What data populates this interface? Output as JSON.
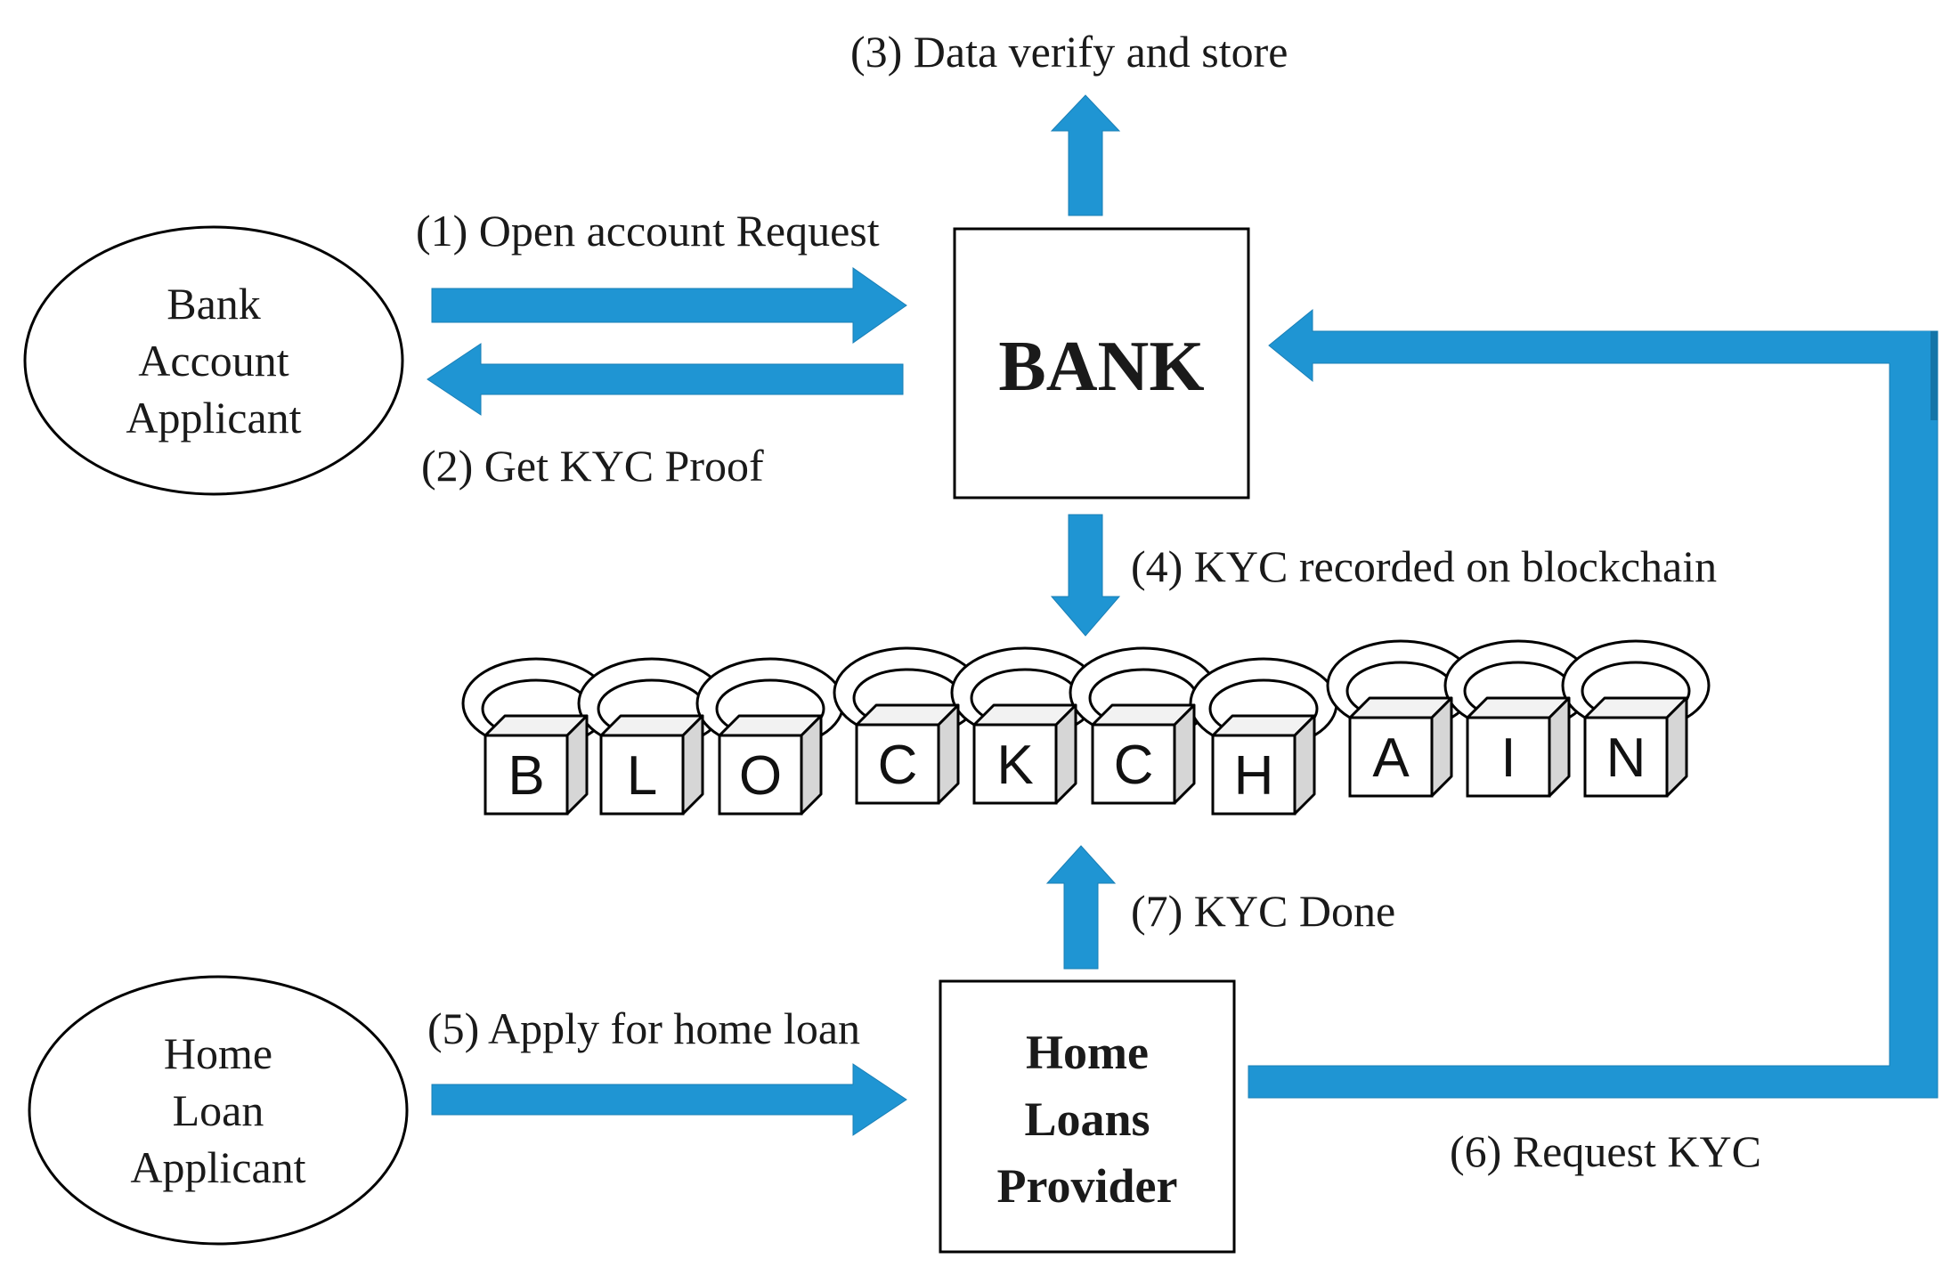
{
  "colors": {
    "arrow": "#1f95d3",
    "stroke": "#000000",
    "cube_front": "#ffffff",
    "cube_side": "#d6d6d6",
    "cube_top": "#f2f2f2"
  },
  "nodes": {
    "bank_applicant": [
      "Bank",
      "Account",
      "Applicant"
    ],
    "bank": "BANK",
    "home_loan_applicant": [
      "Home",
      "Loan",
      "Applicant"
    ],
    "home_loans_provider": [
      "Home",
      "Loans",
      "Provider"
    ]
  },
  "steps": {
    "s1": "(1) Open account Request",
    "s2": "(2) Get KYC Proof",
    "s3": "(3) Data verify and store",
    "s4": "(4) KYC recorded on blockchain",
    "s5": "(5) Apply for home loan",
    "s6": "(6) Request KYC",
    "s7": "(7) KYC Done"
  },
  "blockchain_letters": [
    "B",
    "L",
    "O",
    "C",
    "K",
    "C",
    "H",
    "A",
    "I",
    "N"
  ]
}
